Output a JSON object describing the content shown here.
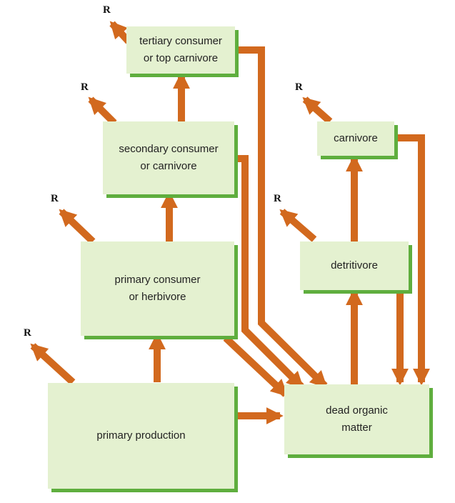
{
  "nodes": {
    "tertiary": {
      "line1": "tertiary consumer",
      "line2": "or top carnivore"
    },
    "secondary": {
      "line1": "secondary consumer",
      "line2": "or carnivore"
    },
    "primary_consumer": {
      "line1": "primary consumer",
      "line2": "or herbivore"
    },
    "primary_production": {
      "line1": "primary production"
    },
    "carnivore": {
      "line1": "carnivore"
    },
    "detritivore": {
      "line1": "detritivore"
    },
    "dead_organic": {
      "line1": "dead organic",
      "line2": "matter"
    }
  },
  "respiration_label": "R",
  "colors": {
    "box_fill": "#e4f1d0",
    "box_shadow": "#5fae3e",
    "arrow": "#d2691e",
    "arrow_highlight": "#f0b080"
  }
}
